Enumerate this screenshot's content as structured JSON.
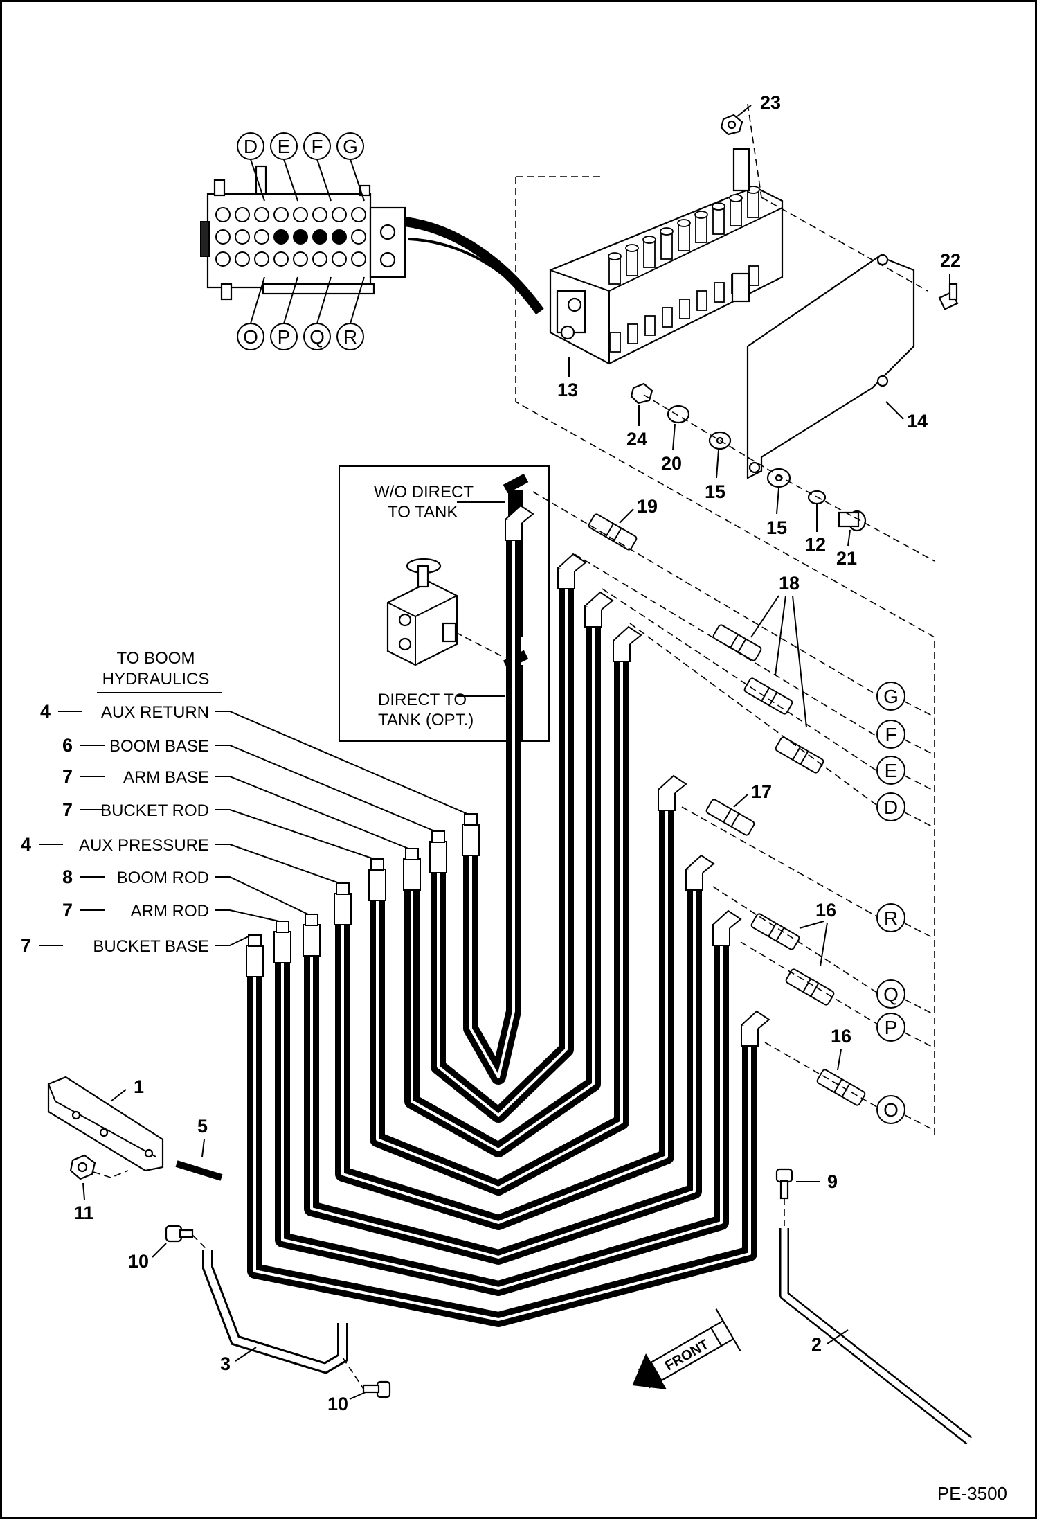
{
  "footer": {
    "code": "PE-3500"
  },
  "valve_ports_top": [
    "D",
    "E",
    "F",
    "G"
  ],
  "valve_ports_bottom": [
    "O",
    "P",
    "Q",
    "R"
  ],
  "boom_header": {
    "line1": "TO BOOM",
    "line2": "HYDRAULICS"
  },
  "hose_labels": [
    {
      "num": "4",
      "text": "AUX RETURN"
    },
    {
      "num": "6",
      "text": "BOOM BASE"
    },
    {
      "num": "7",
      "text": "ARM BASE"
    },
    {
      "num": "7",
      "text": "BUCKET ROD"
    },
    {
      "num": "4",
      "text": "AUX PRESSURE"
    },
    {
      "num": "8",
      "text": "BOOM ROD"
    },
    {
      "num": "7",
      "text": "ARM ROD"
    },
    {
      "num": "7",
      "text": "BUCKET BASE"
    }
  ],
  "inset": {
    "wo_line1": "W/O DIRECT",
    "wo_line2": "TO TANK",
    "direct_line1": "DIRECT TO",
    "direct_line2": "TANK (OPT.)"
  },
  "right_ports": [
    "G",
    "F",
    "E",
    "D",
    "R",
    "Q",
    "P",
    "O"
  ],
  "callouts": {
    "c1": "1",
    "c2": "2",
    "c3": "3",
    "c5": "5",
    "c9": "9",
    "c10a": "10",
    "c10b": "10",
    "c11": "11",
    "c12": "12",
    "c13": "13",
    "c14": "14",
    "c15a": "15",
    "c15b": "15",
    "c16a": "16",
    "c16b": "16",
    "c17": "17",
    "c18": "18",
    "c19": "19",
    "c20": "20",
    "c21": "21",
    "c22": "22",
    "c23": "23",
    "c24": "24"
  },
  "front_label": "FRONT"
}
